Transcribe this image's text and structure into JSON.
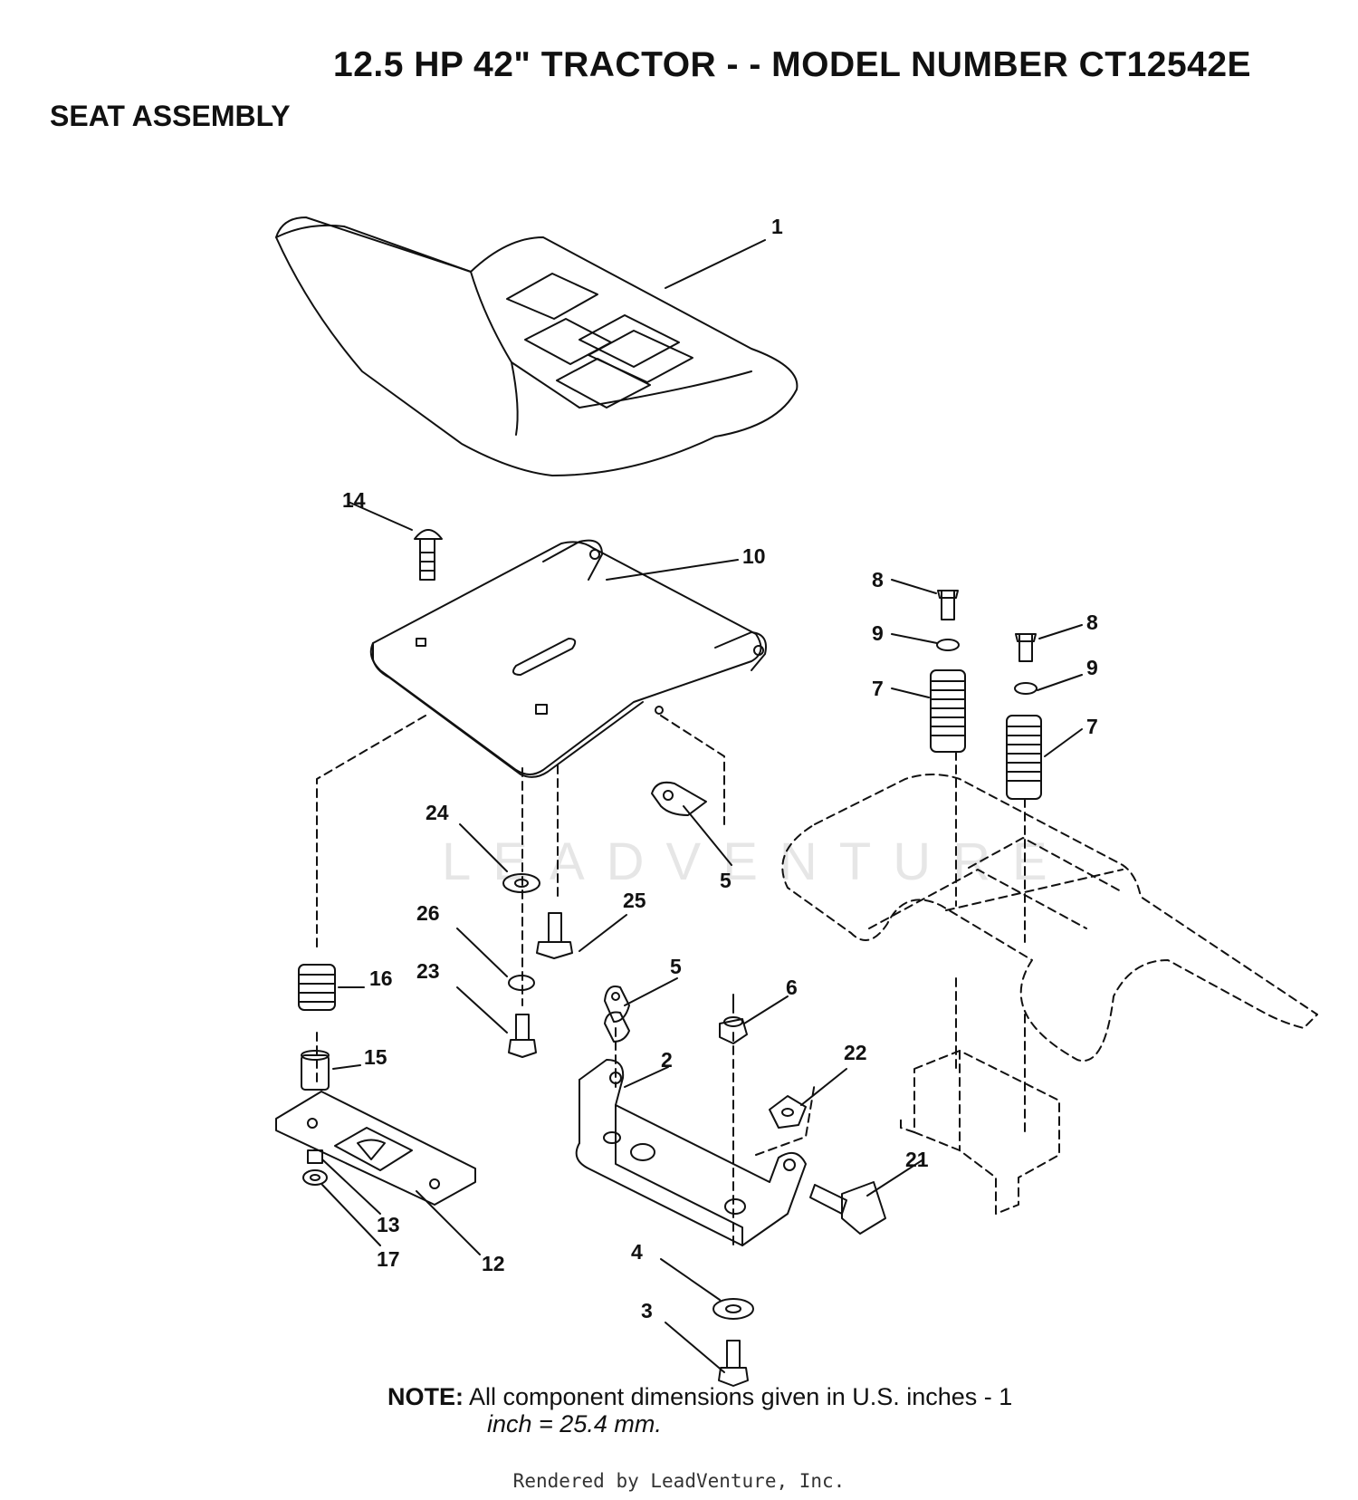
{
  "header": {
    "title": "12.5 HP 42\" TRACTOR - - MODEL NUMBER CT12542E",
    "subtitle": "SEAT ASSEMBLY"
  },
  "watermark": "LEADVENTURE",
  "callouts": [
    "1",
    "14",
    "10",
    "8",
    "9",
    "8",
    "9",
    "7",
    "7",
    "24",
    "5",
    "25",
    "26",
    "23",
    "16",
    "5",
    "6",
    "15",
    "2",
    "22",
    "21",
    "13",
    "17",
    "12",
    "4",
    "3"
  ],
  "note": {
    "label": "NOTE:",
    "line1": " All component dimensions given in U.S. inches - 1",
    "line2": "inch = 25.4 mm."
  },
  "footer": "Rendered by LeadVenture, Inc."
}
